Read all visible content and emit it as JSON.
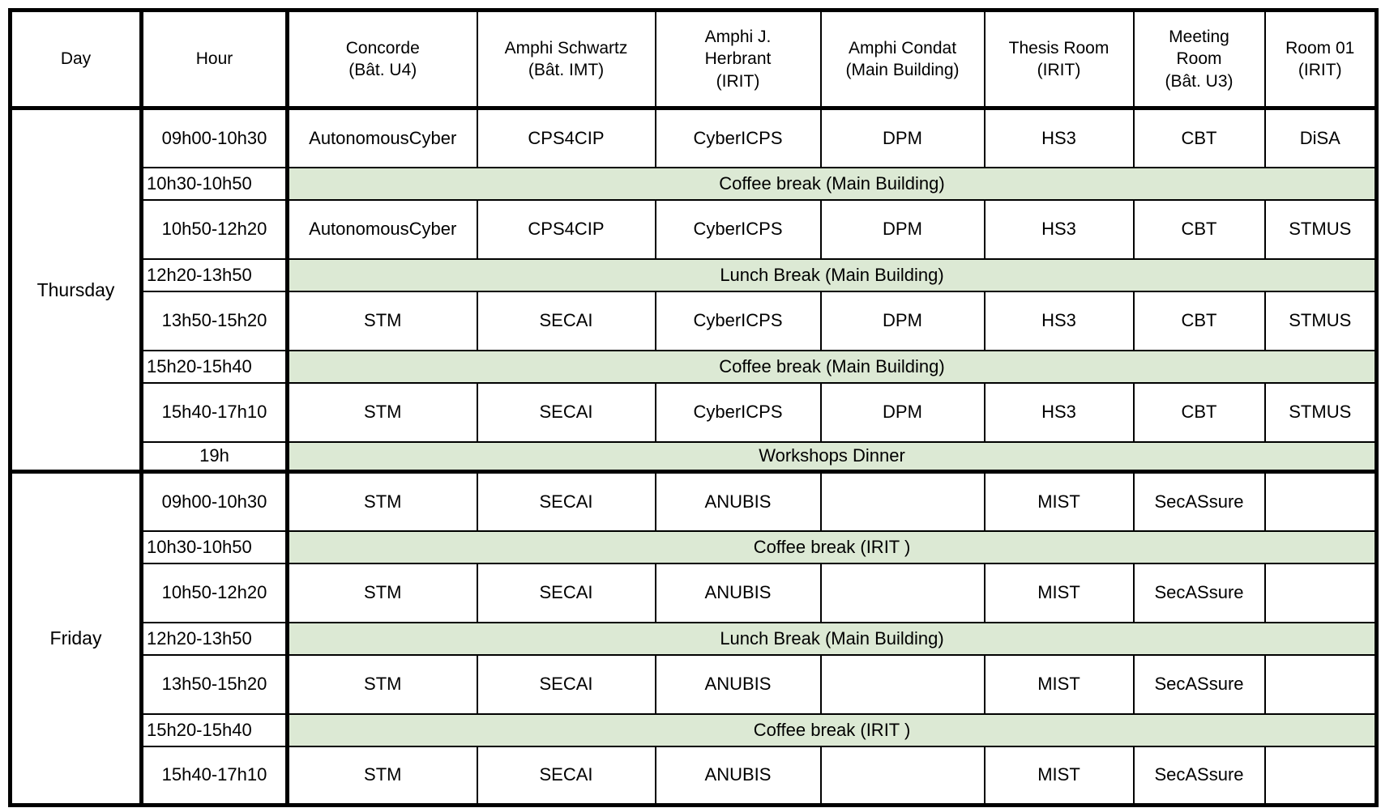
{
  "colors": {
    "break_bg": "#dce9d4",
    "border": "#000000",
    "cell_bg": "#ffffff",
    "text": "#000000"
  },
  "table": {
    "columns": [
      {
        "id": "day",
        "label": "Day"
      },
      {
        "id": "hour",
        "label": "Hour"
      },
      {
        "id": "concorde",
        "label": "Concorde\n(Bât. U4)"
      },
      {
        "id": "amphi-schwartz",
        "label": "Amphi Schwartz\n(Bât. IMT)"
      },
      {
        "id": "amphi-herbrant",
        "label": "Amphi J.\nHerbrant\n(IRIT)"
      },
      {
        "id": "amphi-condat",
        "label": "Amphi Condat\n(Main Building)"
      },
      {
        "id": "thesis-room",
        "label": "Thesis Room\n(IRIT)"
      },
      {
        "id": "meeting-room",
        "label": "Meeting\nRoom\n(Bât. U3)"
      },
      {
        "id": "room-01",
        "label": "Room 01\n(IRIT)"
      }
    ],
    "days": [
      {
        "name": "Thursday",
        "rows": [
          {
            "type": "session",
            "hour": "09h00-10h30",
            "cells": [
              "AutonomousCyber",
              "CPS4CIP",
              "CyberICPS",
              "DPM",
              "HS3",
              "CBT",
              "DiSA"
            ]
          },
          {
            "type": "break",
            "hour": "10h30-10h50",
            "label": "Coffee break (Main Building)"
          },
          {
            "type": "session",
            "hour": "10h50-12h20",
            "cells": [
              "AutonomousCyber",
              "CPS4CIP",
              "CyberICPS",
              "DPM",
              "HS3",
              "CBT",
              "STMUS"
            ]
          },
          {
            "type": "break",
            "hour": "12h20-13h50",
            "label": "Lunch Break (Main Building)"
          },
          {
            "type": "session",
            "hour": "13h50-15h20",
            "cells": [
              "STM",
              "SECAI",
              "CyberICPS",
              "DPM",
              "HS3",
              "CBT",
              "STMUS"
            ]
          },
          {
            "type": "break",
            "hour": "15h20-15h40",
            "label": "Coffee break (Main Building)"
          },
          {
            "type": "session",
            "hour": "15h40-17h10",
            "cells": [
              "STM",
              "SECAI",
              "CyberICPS",
              "DPM",
              "HS3",
              "CBT",
              "STMUS"
            ]
          },
          {
            "type": "break",
            "hour": "19h",
            "label": "Workshops Dinner"
          }
        ]
      },
      {
        "name": "Friday",
        "rows": [
          {
            "type": "session",
            "hour": "09h00-10h30",
            "cells": [
              "STM",
              "SECAI",
              "ANUBIS",
              "",
              "MIST",
              "SecASsure",
              ""
            ]
          },
          {
            "type": "break",
            "hour": "10h30-10h50",
            "label": "Coffee break (IRIT )"
          },
          {
            "type": "session",
            "hour": "10h50-12h20",
            "cells": [
              "STM",
              "SECAI",
              "ANUBIS",
              "",
              "MIST",
              "SecASsure",
              ""
            ]
          },
          {
            "type": "break",
            "hour": "12h20-13h50",
            "label": "Lunch Break (Main Building)"
          },
          {
            "type": "session",
            "hour": "13h50-15h20",
            "cells": [
              "STM",
              "SECAI",
              "ANUBIS",
              "",
              "MIST",
              "SecASsure",
              ""
            ]
          },
          {
            "type": "break",
            "hour": "15h20-15h40",
            "label": "Coffee break (IRIT )"
          },
          {
            "type": "session",
            "hour": "15h40-17h10",
            "cells": [
              "STM",
              "SECAI",
              "ANUBIS",
              "",
              "MIST",
              "SecASsure",
              ""
            ]
          }
        ]
      }
    ]
  }
}
